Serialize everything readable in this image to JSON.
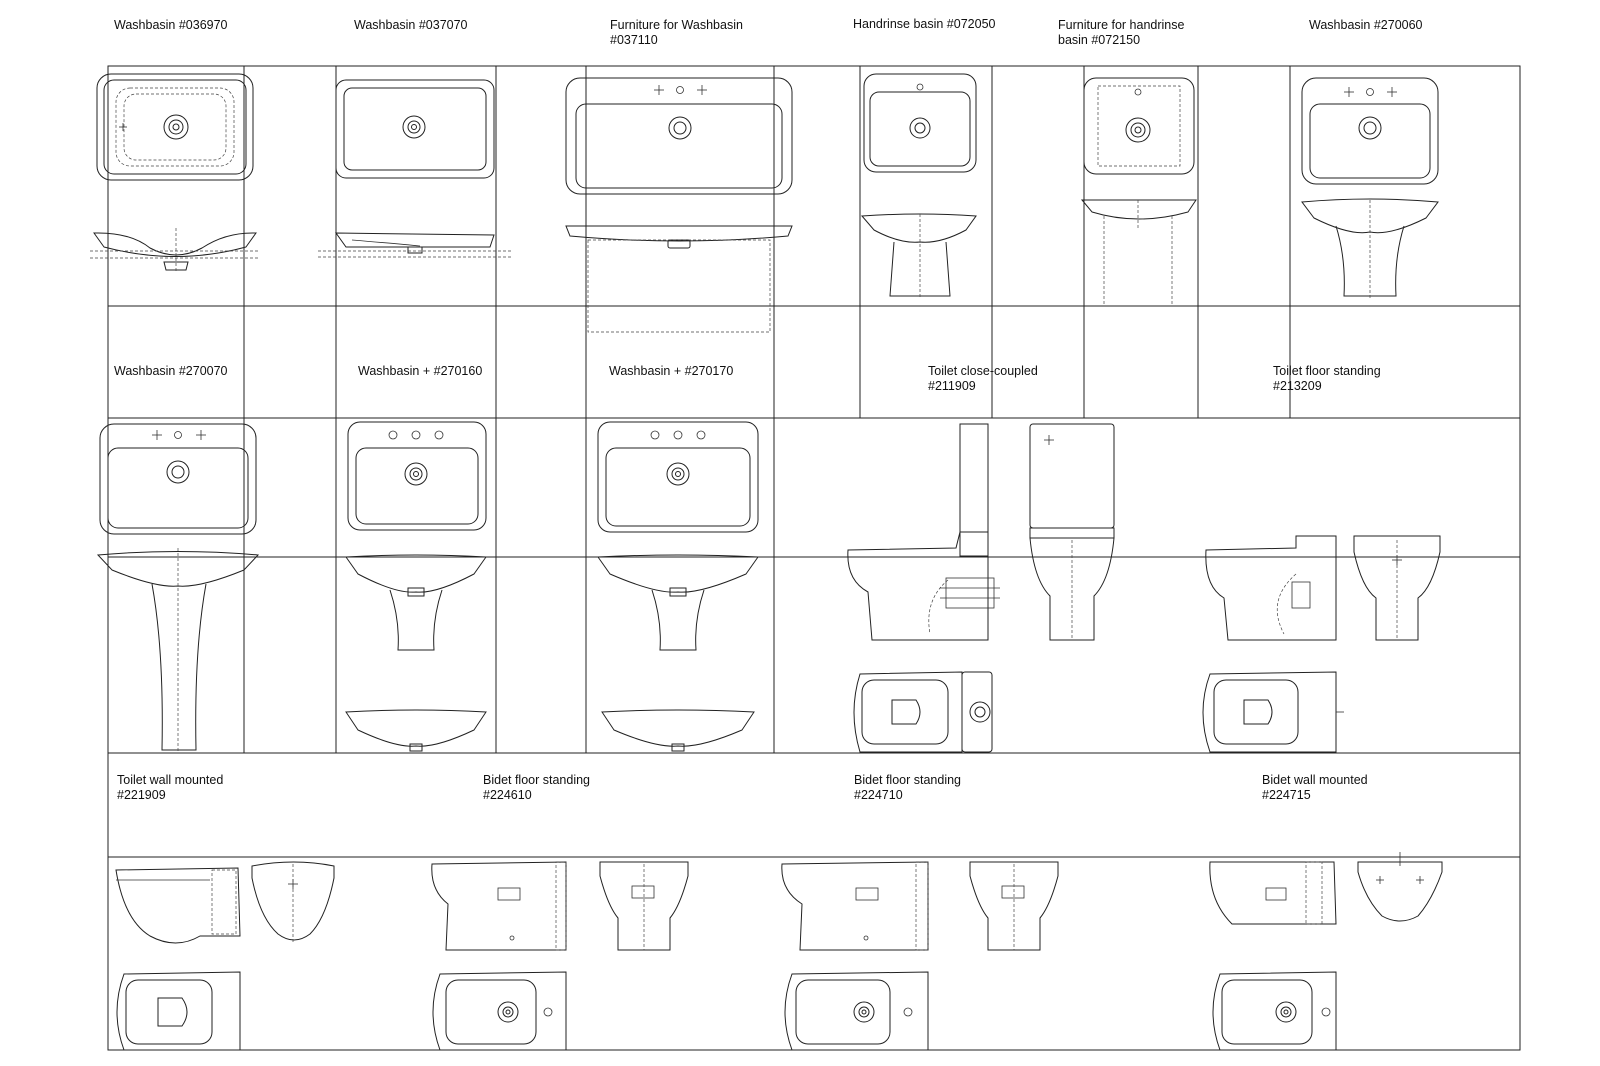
{
  "labels": {
    "l1": "Washbasin  #036970",
    "l2": "Washbasin #037070",
    "l3": "Furniture for Washbasin\n#037110",
    "l4": "Handrinse basin #072050",
    "l5": "Furniture for handrinse\nbasin #072150",
    "l6": "Washbasin #270060",
    "l7": "Washbasin #270070",
    "l8": "Washbasin + #270160",
    "l9": "Washbasin + #270170",
    "l10": "Toilet close-coupled\n#211909",
    "l11": "Toilet floor standing\n#213209",
    "l12": "Toilet wall mounted\n#221909",
    "l13": "Bidet floor standing\n#224610",
    "l14": "Bidet floor standing\n#224710",
    "l15": "Bidet wall mounted\n#224715"
  },
  "colors": {
    "line": "#222222",
    "background": "#ffffff"
  }
}
